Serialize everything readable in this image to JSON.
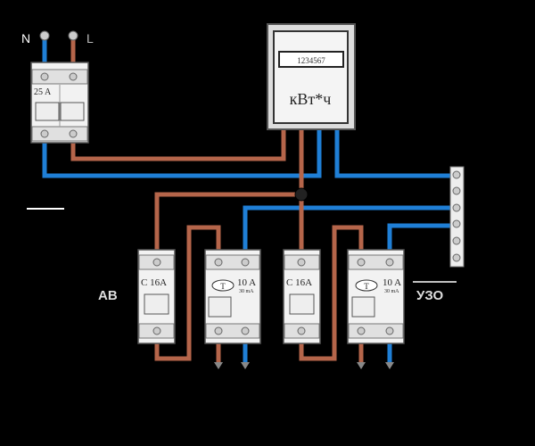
{
  "input": {
    "neutral_label": "N",
    "line_label": "L"
  },
  "main_breaker": {
    "rating": "25 A"
  },
  "meter": {
    "reading": "1234567",
    "unit": "кВт*ч"
  },
  "breakers": [
    {
      "rating": "C 16A"
    },
    {
      "rating": "C 16A"
    }
  ],
  "rcds": [
    {
      "rating": "10 A",
      "sensitivity": "30 mA",
      "test": "T"
    },
    {
      "rating": "10 A",
      "sensitivity": "30 mA",
      "test": "T"
    }
  ],
  "labels": {
    "breaker": "АВ",
    "rcd": "УЗО"
  },
  "colors": {
    "neutral": "#1f7fd6",
    "phase": "#b5654a",
    "background": "#000000"
  }
}
